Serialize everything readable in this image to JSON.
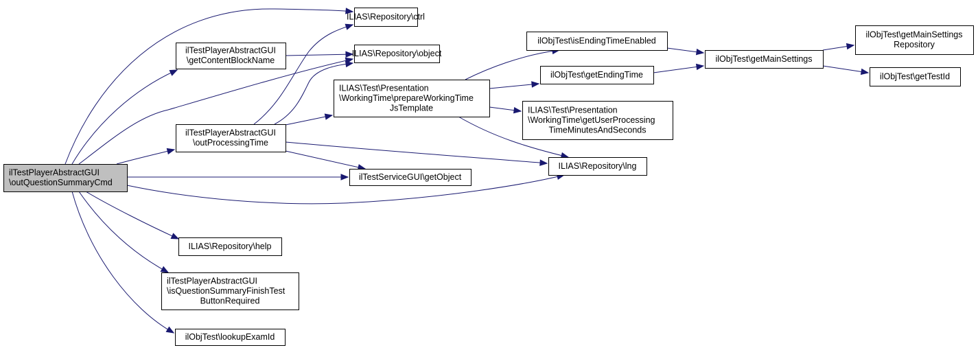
{
  "diagram": {
    "type": "call-graph",
    "edge_color": "#191970",
    "node_border_color": "#000000",
    "root_fill_color": "#bfbfbf",
    "node_fill_color": "#ffffff",
    "nodes": [
      {
        "id": "root",
        "lines": [
          "ilTestPlayerAbstractGUI",
          "\\outQuestionSummaryCmd"
        ],
        "align": "left",
        "root": true
      },
      {
        "id": "getContentBlockName",
        "lines": [
          "ilTestPlayerAbstractGUI",
          "\\getContentBlockName"
        ],
        "align": "center"
      },
      {
        "id": "outProcessingTime",
        "lines": [
          "ilTestPlayerAbstractGUI",
          "\\outProcessingTime"
        ],
        "align": "center"
      },
      {
        "id": "ctrl",
        "lines": [
          "ILIAS\\Repository\\ctrl"
        ],
        "align": "center"
      },
      {
        "id": "object",
        "lines": [
          "ILIAS\\Repository\\object"
        ],
        "align": "center"
      },
      {
        "id": "prepareWorkingTime",
        "lines": [
          "ILIAS\\Test\\Presentation",
          "\\WorkingTime\\prepareWorkingTime",
          "JsTemplate"
        ],
        "align": "left"
      },
      {
        "id": "getObject",
        "lines": [
          "ilTestServiceGUI\\getObject"
        ],
        "align": "center"
      },
      {
        "id": "help",
        "lines": [
          "ILIAS\\Repository\\help"
        ],
        "align": "center"
      },
      {
        "id": "isQuestionSummaryFinishTest",
        "lines": [
          "ilTestPlayerAbstractGUI",
          "\\isQuestionSummaryFinishTest",
          "ButtonRequired"
        ],
        "align": "left"
      },
      {
        "id": "lookupExamId",
        "lines": [
          "ilObjTest\\lookupExamId"
        ],
        "align": "center"
      },
      {
        "id": "isEndingTimeEnabled",
        "lines": [
          "ilObjTest\\isEndingTimeEnabled"
        ],
        "align": "center"
      },
      {
        "id": "getEndingTime",
        "lines": [
          "ilObjTest\\getEndingTime"
        ],
        "align": "center"
      },
      {
        "id": "getUserProcessingTime",
        "lines": [
          "ILIAS\\Test\\Presentation",
          "\\WorkingTime\\getUserProcessing",
          "TimeMinutesAndSeconds"
        ],
        "align": "left"
      },
      {
        "id": "lng",
        "lines": [
          "ILIAS\\Repository\\lng"
        ],
        "align": "center"
      },
      {
        "id": "getMainSettings",
        "lines": [
          "ilObjTest\\getMainSettings"
        ],
        "align": "center"
      },
      {
        "id": "getMainSettingsRepository",
        "lines": [
          "ilObjTest\\getMainSettings",
          "Repository"
        ],
        "align": "center"
      },
      {
        "id": "getTestId",
        "lines": [
          "ilObjTest\\getTestId"
        ],
        "align": "center"
      }
    ],
    "edges": [
      {
        "from": "root",
        "to": "ctrl"
      },
      {
        "from": "root",
        "to": "getContentBlockName"
      },
      {
        "from": "root",
        "to": "object"
      },
      {
        "from": "root",
        "to": "outProcessingTime"
      },
      {
        "from": "root",
        "to": "getObject"
      },
      {
        "from": "root",
        "to": "lng"
      },
      {
        "from": "root",
        "to": "help"
      },
      {
        "from": "root",
        "to": "isQuestionSummaryFinishTest"
      },
      {
        "from": "root",
        "to": "lookupExamId"
      },
      {
        "from": "getContentBlockName",
        "to": "object"
      },
      {
        "from": "outProcessingTime",
        "to": "ctrl"
      },
      {
        "from": "outProcessingTime",
        "to": "object"
      },
      {
        "from": "outProcessingTime",
        "to": "prepareWorkingTime"
      },
      {
        "from": "outProcessingTime",
        "to": "lng"
      },
      {
        "from": "outProcessingTime",
        "to": "getObject"
      },
      {
        "from": "prepareWorkingTime",
        "to": "isEndingTimeEnabled"
      },
      {
        "from": "prepareWorkingTime",
        "to": "getEndingTime"
      },
      {
        "from": "prepareWorkingTime",
        "to": "getUserProcessingTime"
      },
      {
        "from": "prepareWorkingTime",
        "to": "lng"
      },
      {
        "from": "isEndingTimeEnabled",
        "to": "getMainSettings"
      },
      {
        "from": "getEndingTime",
        "to": "getMainSettings"
      },
      {
        "from": "getMainSettings",
        "to": "getMainSettingsRepository"
      },
      {
        "from": "getMainSettings",
        "to": "getTestId"
      }
    ]
  }
}
